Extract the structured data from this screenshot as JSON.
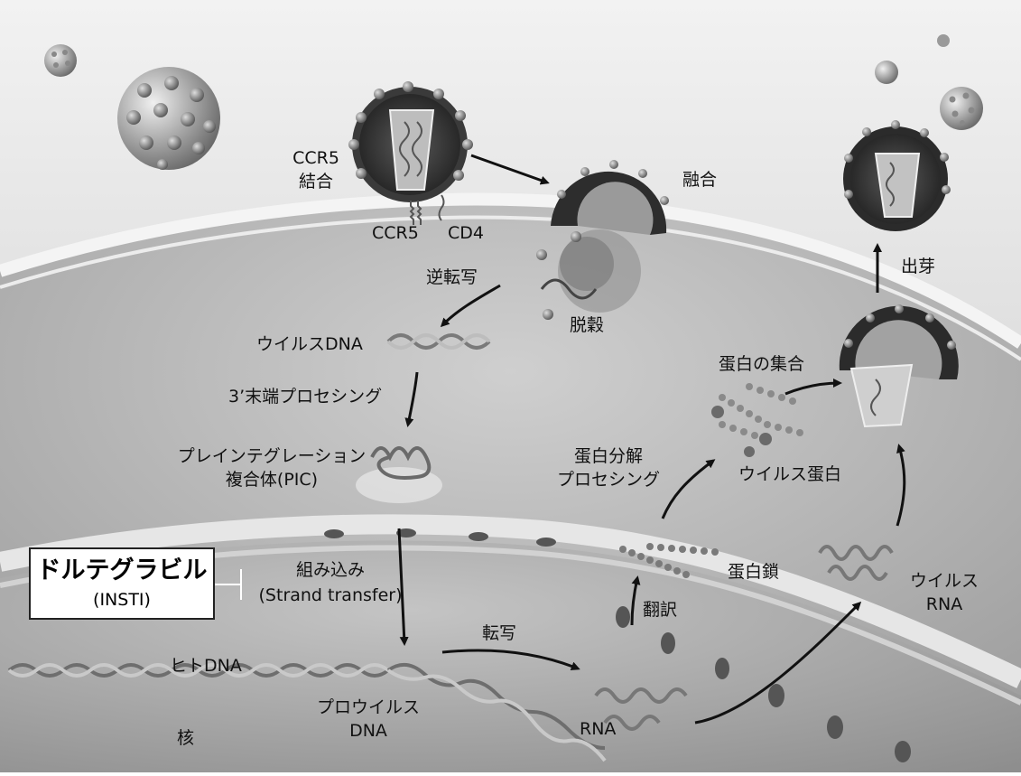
{
  "labels": {
    "ccr5_binding": "CCR5\n結合",
    "ccr5": "CCR5",
    "cd4": "CD4",
    "fusion": "融合",
    "reverse_transcription": "逆転写",
    "uncoating": "脱穀",
    "viral_dna": "ウイルスDNA",
    "end_processing": "3’末端プロセシング",
    "pic": "プレインテグレーション\n複合体(PIC)",
    "integration": "組み込み",
    "strand_transfer": "(Strand transfer)",
    "human_dna": "ヒトDNA",
    "provirus_dna": "プロウイルス\nDNA",
    "nucleus": "核",
    "transcription": "転写",
    "rna": "RNA",
    "translation": "翻訳",
    "protein_chain": "蛋白鎖",
    "proteolytic_processing": "蛋白分解\nプロセシング",
    "viral_protein": "ウイルス蛋白",
    "protein_assembly": "蛋白の集合",
    "budding": "出芽",
    "viral_rna": "ウイルス\nRNA"
  },
  "drug": {
    "name": "ドルテグラビル",
    "class": "(INSTI)"
  },
  "colors": {
    "cytoplasm": "#bdbdbd",
    "membrane": "#e8e8e8",
    "nucleus": "#a9a9a9",
    "background": "#d9d9d9"
  }
}
